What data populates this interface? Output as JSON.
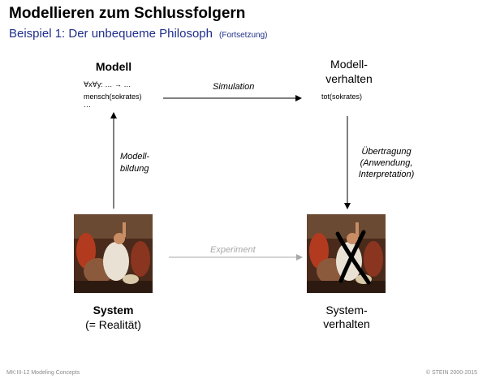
{
  "header": {
    "title": "Modellieren zum Schlussfolgern",
    "subtitle": "Beispiel 1: Der unbequeme Philosoph",
    "subtitle_note": "(Fortsetzung)"
  },
  "diagram": {
    "model": {
      "label": "Modell",
      "formula_line1": "∀x∀y:  … → …",
      "formula_line2": "mensch(sokrates)",
      "formula_line3": "…"
    },
    "model_behavior": {
      "label_line1": "Modell-",
      "label_line2": "verhalten",
      "value": "tot(sokrates)"
    },
    "system": {
      "label": "System",
      "sub": "(= Realität)"
    },
    "system_behavior": {
      "label_line1": "System-",
      "label_line2": "verhalten"
    },
    "edges": {
      "simulation": "Simulation",
      "modellbildung_line1": "Modell-",
      "modellbildung_line2": "bildung",
      "uebertragung_line1": "Übertragung",
      "uebertragung_line2": "(Anwendung,",
      "uebertragung_line3": "Interpretation)",
      "experiment": "Experiment"
    }
  },
  "footer": {
    "left": "MK:III-12   Modeling Concepts",
    "right": "© STEIN 2000-2015"
  },
  "colors": {
    "subtitle": "#1f2f8a",
    "experiment_gray": "#a9a9a9"
  }
}
